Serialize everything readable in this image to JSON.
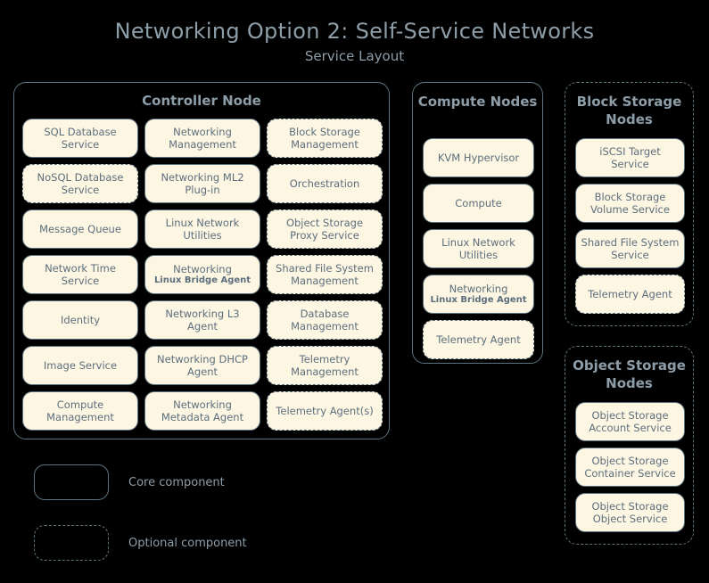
{
  "title": {
    "main": "Networking Option 2: Self-Service Networks",
    "sub": "Service Layout"
  },
  "colors": {
    "background": "#000000",
    "box_fill": "#fdf6e3",
    "box_border": "#5d737e",
    "box_text": "#5d6f7d",
    "heading_text": "#8e9ea9"
  },
  "controller_node": {
    "title": "Controller Node",
    "optional": false,
    "services": [
      {
        "label": "SQL Database Service",
        "optional": false
      },
      {
        "label": "Networking Management",
        "optional": false
      },
      {
        "label": "Block Storage Management",
        "optional": true
      },
      {
        "label": "NoSQL Database Service",
        "optional": true
      },
      {
        "label": "Networking ML2 Plug-in",
        "optional": false
      },
      {
        "label": "Orchestration",
        "optional": true
      },
      {
        "label": "Message Queue",
        "optional": false
      },
      {
        "label": "Linux Network Utilities",
        "optional": false
      },
      {
        "label": "Object Storage Proxy Service",
        "optional": true
      },
      {
        "label": "Network Time Service",
        "optional": false
      },
      {
        "label": "Networking",
        "sub": "Linux Bridge Agent",
        "optional": false
      },
      {
        "label": "Shared File System Management",
        "optional": true
      },
      {
        "label": "Identity",
        "optional": false
      },
      {
        "label": "Networking L3 Agent",
        "optional": false
      },
      {
        "label": "Database Management",
        "optional": true
      },
      {
        "label": "Image Service",
        "optional": false
      },
      {
        "label": "Networking DHCP Agent",
        "optional": false
      },
      {
        "label": "Telemetry Management",
        "optional": true
      },
      {
        "label": "Compute Management",
        "optional": false
      },
      {
        "label": "Networking Metadata Agent",
        "optional": false
      },
      {
        "label": "Telemetry Agent(s)",
        "optional": true
      }
    ]
  },
  "compute_nodes": {
    "title": "Compute Nodes",
    "optional": false,
    "services": [
      {
        "label": "KVM Hypervisor",
        "optional": false
      },
      {
        "label": "Compute",
        "optional": false
      },
      {
        "label": "Linux Network Utilities",
        "optional": false
      },
      {
        "label": "Networking",
        "sub": "Linux Bridge Agent",
        "optional": false
      },
      {
        "label": "Telemetry Agent",
        "optional": true
      }
    ]
  },
  "block_storage_nodes": {
    "title": "Block Storage Nodes",
    "optional": true,
    "services": [
      {
        "label": "iSCSI Target Service",
        "optional": false
      },
      {
        "label": "Block Storage Volume Service",
        "optional": false
      },
      {
        "label": "Shared File System Service",
        "optional": false
      },
      {
        "label": "Telemetry Agent",
        "optional": true
      }
    ]
  },
  "object_storage_nodes": {
    "title": "Object Storage Nodes",
    "optional": true,
    "services": [
      {
        "label": "Object Storage Account Service",
        "optional": false
      },
      {
        "label": "Object Storage Container Service",
        "optional": false
      },
      {
        "label": "Object Storage Object Service",
        "optional": false
      }
    ]
  },
  "legend": {
    "core_label": "Core component",
    "optional_label": "Optional component"
  }
}
